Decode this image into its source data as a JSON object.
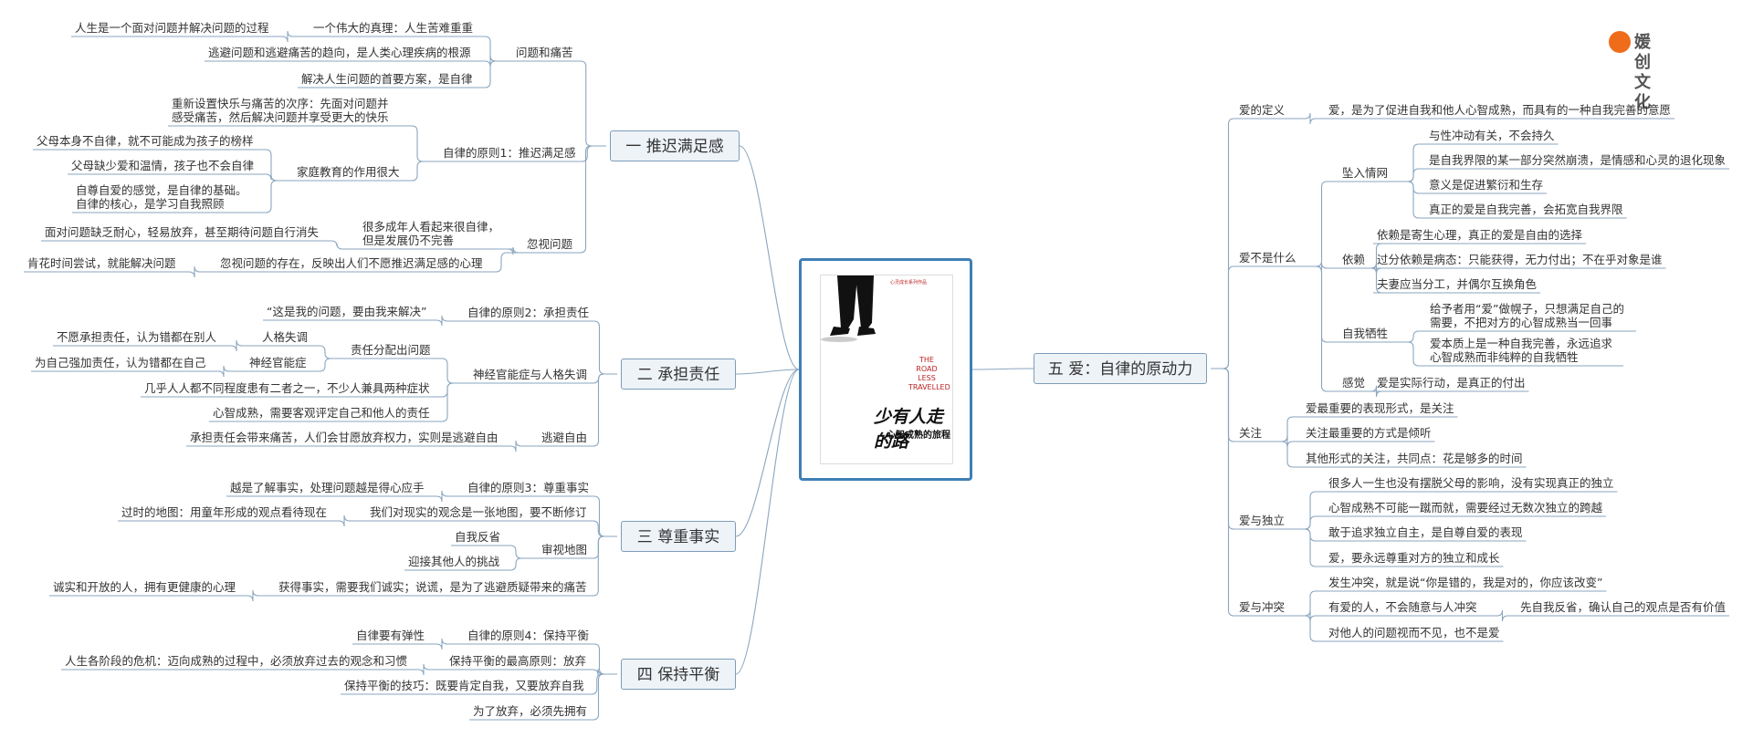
{
  "center": {
    "cover_top": "心灵成长系列作品",
    "cover_title_en": "THE ROAD LESS TRAVELLED",
    "cover_title_cn": "少有人走的路",
    "cover_subtitle": "心智成熟的旅程"
  },
  "logo": {
    "text": "媛创文化"
  },
  "branches": {
    "b1": {
      "title": "一 推迟满足感",
      "p1": "问题和痛苦",
      "p1a": "一个伟大的真理：人生苦难重重",
      "p1a1": "人生是一个面对问题并解决问题的过程",
      "p1b": "逃避问题和逃避痛苦的趋向，是人类心理疾病的根源",
      "p1c": "解决人生问题的首要方案，是自律",
      "p2": "自律的原则1：推迟满足感",
      "p2a": "重新设置快乐与痛苦的次序：先面对问题并感受痛苦，然后解决问题并享受更大的快乐",
      "p2b": "家庭教育的作用很大",
      "p2b1": "父母本身不自律，就不可能成为孩子的榜样",
      "p2b2": "父母缺少爱和温情，孩子也不会自律",
      "p2b3": "自尊自爱的感觉，是自律的基础。自律的核心，是学习自我照顾",
      "p3": "忽视问题",
      "p3a": "很多成年人看起来很自律，但是发展仍不完善",
      "p3a1": "面对问题缺乏耐心，轻易放弃，甚至期待问题自行消失",
      "p3b": "忽视问题的存在，反映出人们不愿推迟满足感的心理",
      "p3b1": "肯花时间尝试，就能解决问题"
    },
    "b2": {
      "title": "二 承担责任",
      "p1": "自律的原则2：承担责任",
      "p1a": "“这是我的问题，要由我来解决”",
      "p2": "神经官能症与人格失调",
      "p2a": "责任分配出问题",
      "p2a1": "人格失调",
      "p2a1a": "不愿承担责任，认为错都在别人",
      "p2a2": "神经官能症",
      "p2a2a": "为自己强加责任，认为错都在自己",
      "p2b": "几乎人人都不同程度患有二者之一，不少人兼具两种症状",
      "p2c": "心智成熟，需要客观评定自己和他人的责任",
      "p3": "逃避自由",
      "p3a": "承担责任会带来痛苦，人们会甘愿放弃权力，实则是逃避自由"
    },
    "b3": {
      "title": "三 尊重事实",
      "p1": "自律的原则3：尊重事实",
      "p1a": "越是了解事实，处理问题越是得心应手",
      "p2": "我们对现实的观念是一张地图，要不断修订",
      "p2a": "过时的地图：用童年形成的观点看待现在",
      "p3": "审视地图",
      "p3a": "自我反省",
      "p3b": "迎接其他人的挑战",
      "p4": "获得事实，需要我们诚实；说谎，是为了逃避质疑带来的痛苦",
      "p4a": "诚实和开放的人，拥有更健康的心理"
    },
    "b4": {
      "title": "四 保持平衡",
      "p1": "自律的原则4：保持平衡",
      "p1a": "自律要有弹性",
      "p2": "保持平衡的最高原则：放弃",
      "p2a": "人生各阶段的危机：迈向成熟的过程中，必须放弃过去的观念和习惯",
      "p3": "保持平衡的技巧：既要肯定自我，又要放弃自我",
      "p4": "为了放弃，必须先拥有"
    },
    "b5": {
      "title": "五 爱：自律的原动力",
      "d": "爱的定义",
      "d1": "爱，是为了促进自我和他人心智成熟，而具有的一种自我完善的意愿",
      "w": "爱不是什么",
      "w1": "坠入情网",
      "w1a": "与性冲动有关，不会持久",
      "w1b": "是自我界限的某一部分突然崩溃，是情感和心灵的退化现象",
      "w1c": "意义是促进繁衍和生存",
      "w1d": "真正的爱是自我完善，会拓宽自我界限",
      "w2": "依赖",
      "w2a": "依赖是寄生心理，真正的爱是自由的选择",
      "w2b": "过分依赖是病态：只能获得，无力付出；不在乎对象是谁",
      "w2c": "夫妻应当分工，并偶尔互换角色",
      "w3": "自我牺牲",
      "w3a": "给予者用“爱”做幌子，只想满足自己的需要，不把对方的心智成熟当一回事",
      "w3b": "爱本质上是一种自我完善，永远追求心智成熟而非纯粹的自我牺牲",
      "w4": "感觉",
      "w4a": "爱是实际行动，是真正的付出",
      "a": "关注",
      "a1": "爱最重要的表现形式，是关注",
      "a2": "关注最重要的方式是倾听",
      "a3": "其他形式的关注，共同点：花是够多的时间",
      "i": "爱与独立",
      "i1": "很多人一生也没有摆脱父母的影响，没有实现真正的独立",
      "i2": "心智成熟不可能一蹴而就，需要经过无数次独立的跨越",
      "i3": "敢于追求独立自主，是自尊自爱的表现",
      "i4": "爱，要永远尊重对方的独立和成长",
      "c": "爱与冲突",
      "c1": "发生冲突，就是说“你是错的，我是对的，你应该改变”",
      "c2": "有爱的人，不会随意与人冲突",
      "c2a": "先自我反省，确认自己的观点是否有价值",
      "c3": "对他人的问题视而不见，也不是爱"
    }
  }
}
